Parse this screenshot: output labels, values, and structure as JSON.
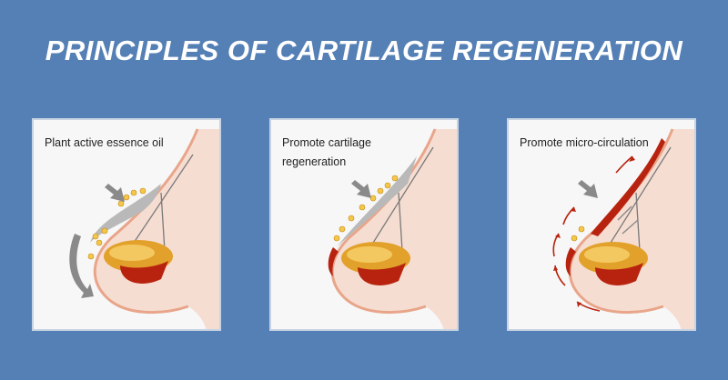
{
  "title": "PRINCIPLES OF CARTILAGE REGENERATION",
  "panels": [
    {
      "caption": "Plant active essence oil"
    },
    {
      "caption": "Promote cartilage regeneration"
    },
    {
      "caption": "Promote micro-circulation"
    }
  ],
  "icons": [
    "arrow-icon",
    "oil-droplet-icon",
    "red-arrow-icon"
  ],
  "colors": {
    "background": "#5580B5",
    "panel": "#F7F7F7",
    "skin": "#F5C9B2",
    "cartilage": "#E2A12B",
    "tissue": "#B8230F",
    "arrow": "#8A8A8A"
  }
}
